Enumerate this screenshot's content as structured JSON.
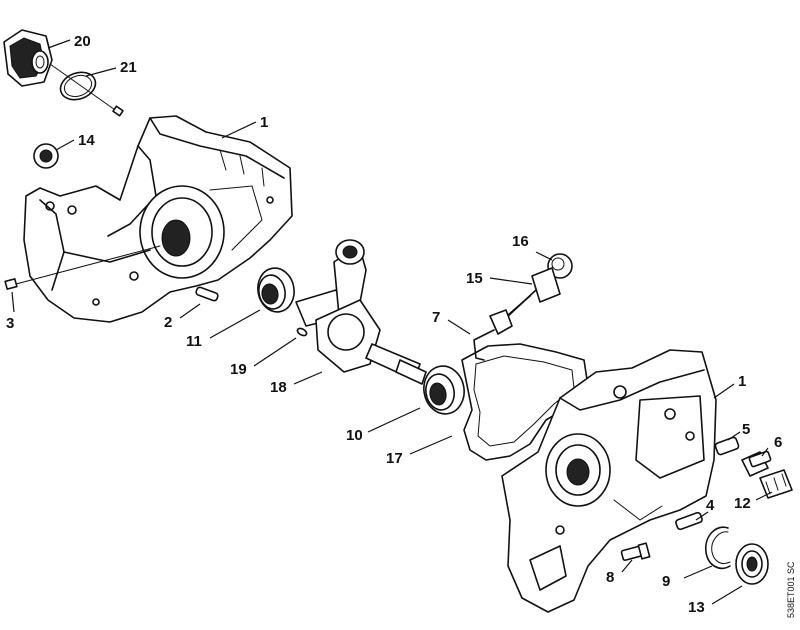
{
  "diagram": {
    "drawing_code": "538ET001 SC",
    "callouts": [
      {
        "id": "c20",
        "label": "20"
      },
      {
        "id": "c21",
        "label": "21"
      },
      {
        "id": "c1a",
        "label": "1"
      },
      {
        "id": "c14",
        "label": "14"
      },
      {
        "id": "c3",
        "label": "3"
      },
      {
        "id": "c2",
        "label": "2"
      },
      {
        "id": "c11",
        "label": "11"
      },
      {
        "id": "c19",
        "label": "19"
      },
      {
        "id": "c18",
        "label": "18"
      },
      {
        "id": "c16",
        "label": "16"
      },
      {
        "id": "c15",
        "label": "15"
      },
      {
        "id": "c7",
        "label": "7"
      },
      {
        "id": "c10",
        "label": "10"
      },
      {
        "id": "c17",
        "label": "17"
      },
      {
        "id": "c1b",
        "label": "1"
      },
      {
        "id": "c5",
        "label": "5"
      },
      {
        "id": "c6",
        "label": "6"
      },
      {
        "id": "c12",
        "label": "12"
      },
      {
        "id": "c4",
        "label": "4"
      },
      {
        "id": "c8",
        "label": "8"
      },
      {
        "id": "c9",
        "label": "9"
      },
      {
        "id": "c13",
        "label": "13"
      }
    ]
  }
}
